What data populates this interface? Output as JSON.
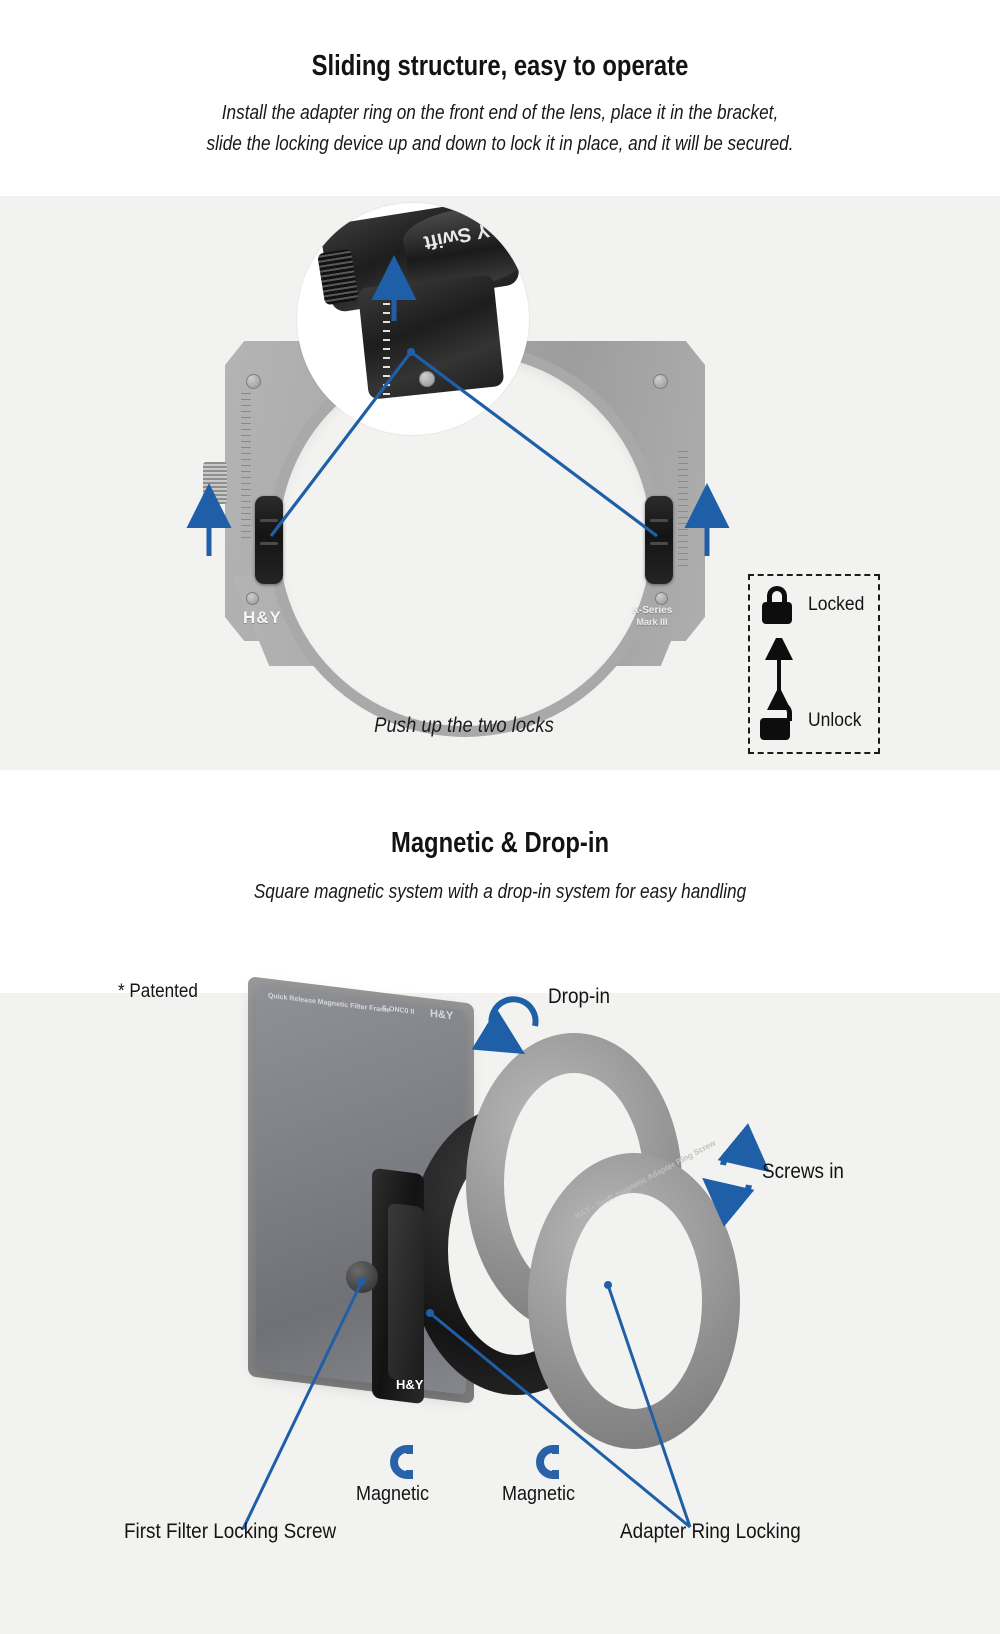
{
  "section1": {
    "title": "Sliding structure, easy to operate",
    "subtitle_line1": "Install the adapter ring on the front end of the lens, place it in the bracket,",
    "subtitle_line2": "slide the locking device up and down to lock it in place, and it will be secured.",
    "product": {
      "brand": "H&Y",
      "series_line1": "K-Series",
      "series_line2": "Mark III",
      "magnifier_text": "H&Y Swift"
    },
    "caption": "Push up the two locks",
    "legend": {
      "locked_label": "Locked",
      "unlock_label": "Unlock",
      "locked_icon": "padlock-closed-icon",
      "unlock_icon": "padlock-open-icon",
      "arrow_icon": "double-arrow-vertical-icon"
    }
  },
  "section2": {
    "title": "Magnetic & Drop-in",
    "subtitle": "Square magnetic system with a drop-in system for easy handling",
    "patented_note": "* Patented",
    "labels": {
      "drop_in": "Drop-in",
      "screws_in": "Screws in",
      "magnetic_left": "Magnetic",
      "magnetic_right": "Magnetic",
      "first_filter_locking_screw": "First Filter Locking Screw",
      "adapter_ring_locking": "Adapter Ring Locking"
    },
    "icons": {
      "drop_in": "curved-arrow-down-icon",
      "screws_in": "rotate-screw-icon",
      "magnetic": "horseshoe-magnet-icon"
    },
    "product": {
      "glass_etch_left": "Quick Release Magnetic Filter Frame",
      "glass_etch_mid": "S-ONC0 II",
      "glass_etch_right": "H&Y",
      "ring_etch": "H&Y - Swift magnetic Adapter Ring  Screw",
      "hy_tag": "H&Y"
    }
  },
  "colors": {
    "accent_blue": "#1f5fa8",
    "band_gray": "#f2f2f0",
    "text_dark": "#131313"
  }
}
